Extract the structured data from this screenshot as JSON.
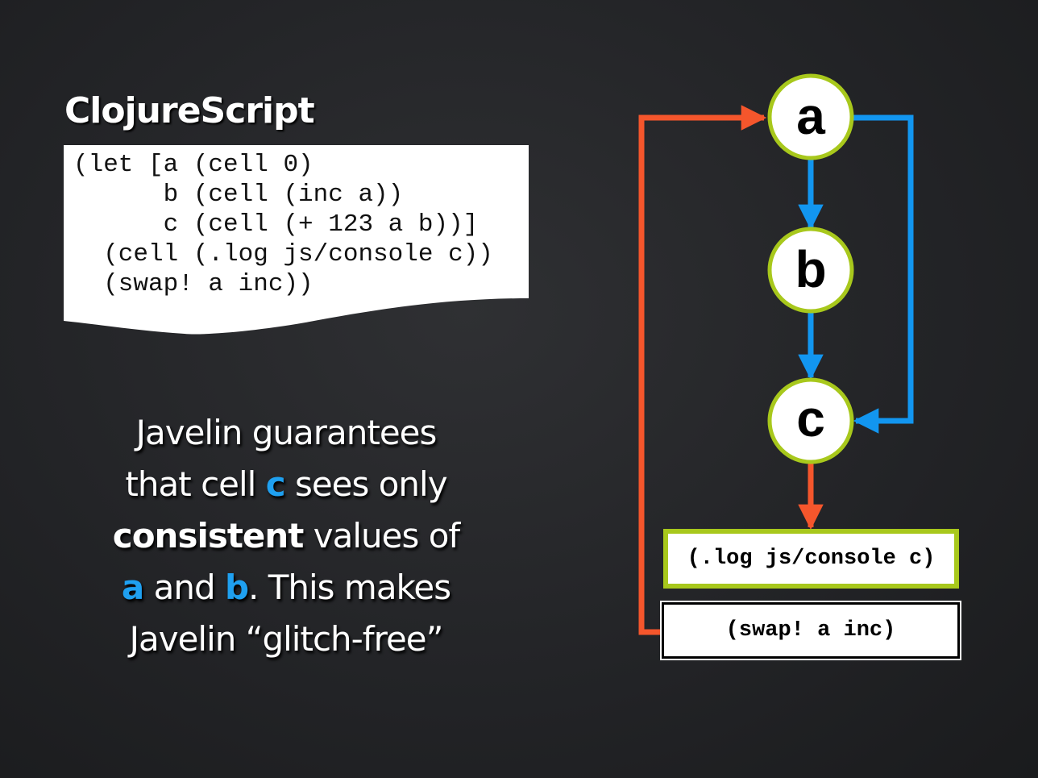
{
  "title": "ClojureScript",
  "code_lines": [
    "(let [a (cell 0)",
    "      b (cell (inc a))",
    "      c (cell (+ 123 a b))]",
    "  (cell (.log js/console c))",
    "  (swap! a inc))"
  ],
  "explanation": {
    "line1": "Javelin guarantees",
    "line2_pre": "that cell ",
    "line2_c": "c",
    "line2_post": " sees only",
    "line3_bold": "consistent",
    "line3_post": " values of",
    "line4_a": "a",
    "line4_mid": " and ",
    "line4_b": "b",
    "line4_post": ".  This makes",
    "line5": "Javelin “glitch-free”"
  },
  "nodes": {
    "a": "a",
    "b": "b",
    "c": "c"
  },
  "boxes": {
    "log": "(.log js/console c)",
    "swap": "(swap! a inc)"
  },
  "colors": {
    "blue_edge": "#1296f0",
    "orange_edge": "#f5562c",
    "node_border": "#a8c81c",
    "highlight_text": "#1fa0f0"
  }
}
